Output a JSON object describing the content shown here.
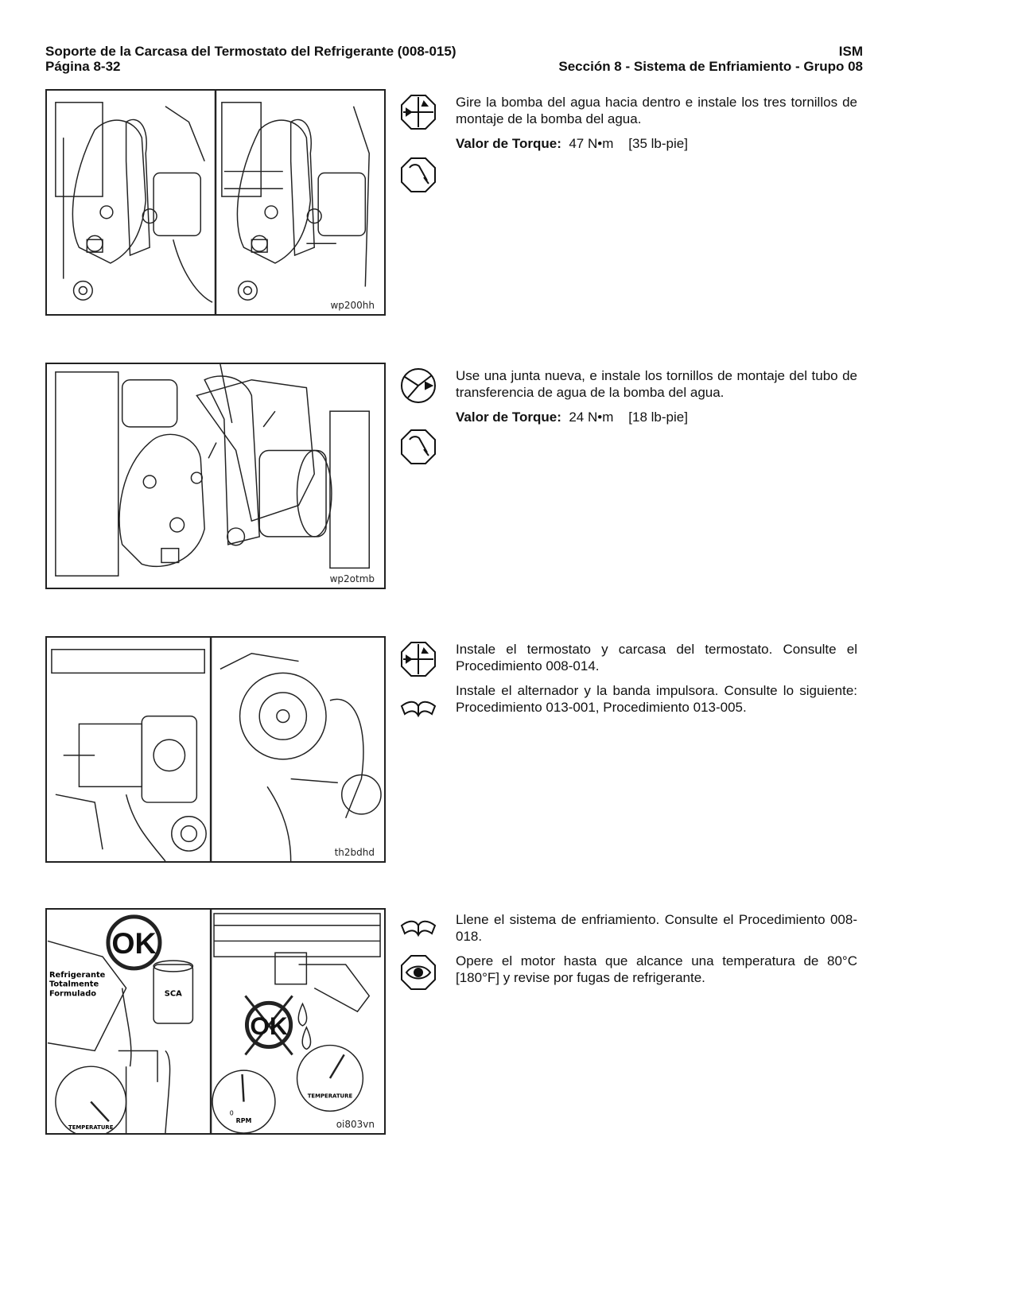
{
  "header": {
    "title": "Soporte de la Carcasa del Termostato del Refrigerante (008-015)",
    "page": "Página 8-32",
    "engine": "ISM",
    "section": "Sección 8 - Sistema de Enfriamiento - Grupo 08"
  },
  "steps": [
    {
      "figure_code": "wp200hh",
      "icons": [
        "install-icon",
        "torque-wrench-icon"
      ],
      "text": "Gire la bomba del agua hacia dentro e instale los tres tornillos de montaje de la bomba del agua.",
      "torque_label": "Valor de Torque:",
      "torque_value": "47 N•m",
      "torque_imperial": "[35 lb-pie]"
    },
    {
      "figure_code": "wp2otmb",
      "icons": [
        "install-part-icon",
        "torque-wrench-icon"
      ],
      "text": "Use una junta nueva, e instale los tornillos de montaje del tubo de transferencia de agua de la bomba del agua.",
      "torque_label": "Valor de Torque:",
      "torque_value": "24 N•m",
      "torque_imperial": "[18 lb-pie]"
    },
    {
      "figure_code": "th2bdhd",
      "icons": [
        "install-icon",
        "reference-book-icon"
      ],
      "text": "Instale el termostato y carcasa del termostato. Consulte el Procedimiento 008-014.",
      "text2": "Instale el alternador y la banda impulsora. Consulte lo siguiente: Procedimiento 013-001, Procedimiento 013-005."
    },
    {
      "figure_code": "oi803vn",
      "icons": [
        "reference-book-icon",
        "inspect-eye-icon"
      ],
      "text": "Llene el sistema de enfriamiento. Consulte el Procedimiento 008-018.",
      "text2": "Opere el motor hasta que alcance una temperatura de 80°C [180°F] y revise por fugas de refrigerante.",
      "figure_labels": {
        "ok": "OK",
        "coolant_1": "Refrigerante",
        "coolant_2": "Totalmente",
        "coolant_3": "Formulado",
        "filter": "SCA",
        "gauge_temp": "TEMPERATURE",
        "gauge_rpm": "RPM",
        "gauge_zero": "0"
      }
    }
  ]
}
